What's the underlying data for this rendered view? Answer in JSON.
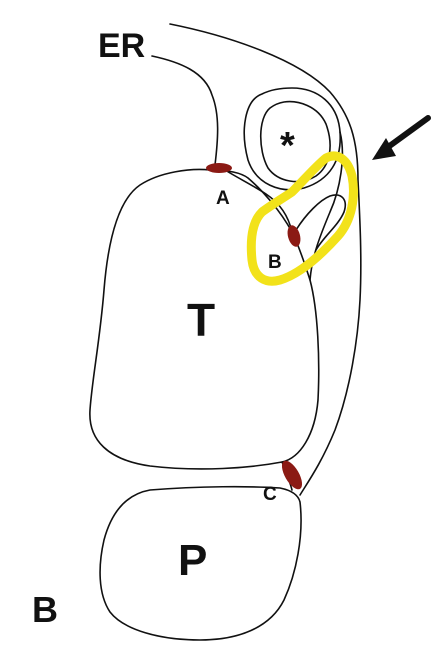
{
  "labels": {
    "er": "ER",
    "junction_a": "A",
    "junction_b": "B",
    "junction_c": "C",
    "region_t": "T",
    "region_p": "P",
    "asterisk": "*",
    "panel": "B"
  },
  "colors": {
    "outline": "#111111",
    "highlight": "#f2e21a",
    "junction": "#8b1a14",
    "background": "#ffffff"
  },
  "icons": {
    "arrow": "arrow-down-left-icon"
  }
}
